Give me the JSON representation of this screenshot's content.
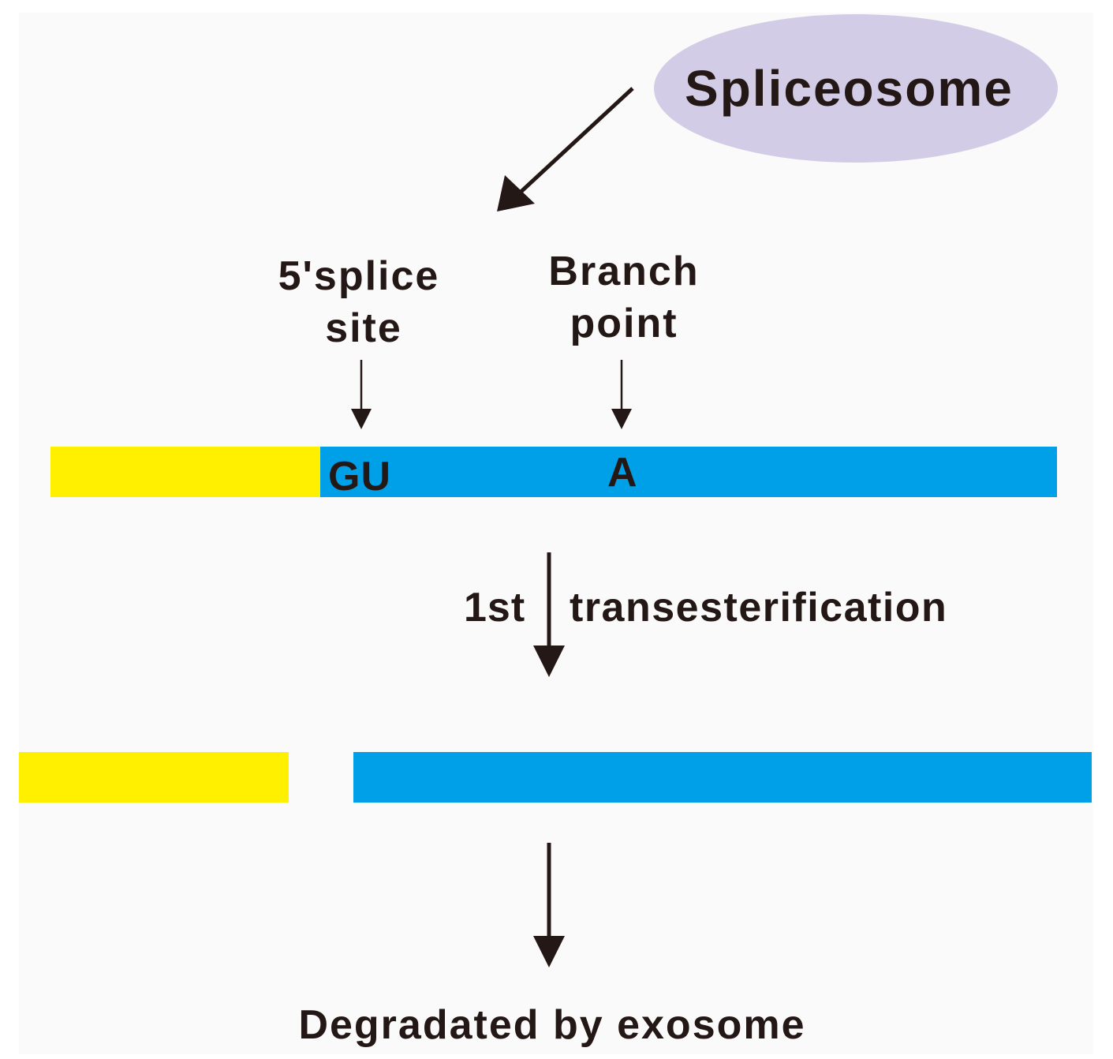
{
  "labels": {
    "spliceosome": "Spliceosome",
    "five_splice_site_line1": "5'splice",
    "five_splice_site_line2": "site",
    "branch_point_line1": "Branch",
    "branch_point_line2": "point",
    "gu": "GU",
    "a": "A",
    "step1_left": "1st",
    "step1_right": "transesterification",
    "final": "Degradated by exosome"
  },
  "colors": {
    "exon": "#FFF000",
    "intron": "#00A0E9",
    "spliceosome_fill": "#D2CCE6",
    "ink": "#231815",
    "panel": "#FAFAFA"
  }
}
